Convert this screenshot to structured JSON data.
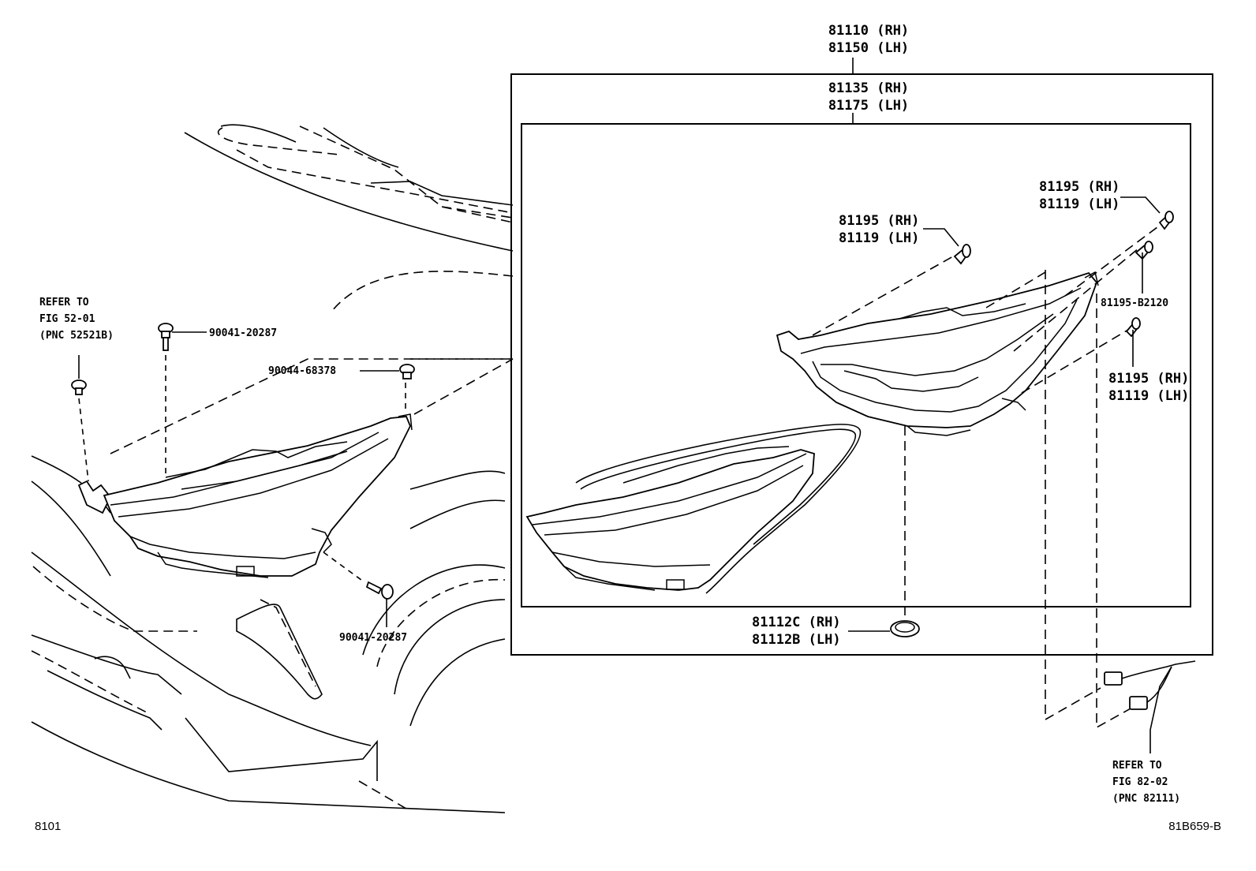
{
  "callouts": {
    "assy_top": [
      "81110 (RH)",
      "81150 (LH)"
    ],
    "unit_top": [
      "81135 (RH)",
      "81175 (LH)"
    ],
    "bulb_upper_right": [
      "81195 (RH)",
      "81119 (LH)"
    ],
    "bulb_upper_left": [
      "81195 (RH)",
      "81119 (LH)"
    ],
    "bulb_middle": "81195-B2120",
    "bulb_lower_right": [
      "81195 (RH)",
      "81119 (LH)"
    ],
    "cap": [
      "81112C (RH)",
      "81112B (LH)"
    ],
    "bolt_upper": "90041-20287",
    "nut": "90044-68378",
    "bolt_lower": "90041-20287",
    "refer_left": [
      "REFER TO",
      "FIG 52-01",
      "(PNC 52521B)"
    ],
    "refer_right": [
      "REFER TO",
      "FIG 82-02",
      "(PNC 82111)"
    ]
  },
  "page_code_left": "8101",
  "page_code_right": "81B659-B",
  "icons": [
    "bolt-icon",
    "nut-icon",
    "clip-icon",
    "bulb-icon",
    "cap-icon",
    "connector-icon"
  ]
}
